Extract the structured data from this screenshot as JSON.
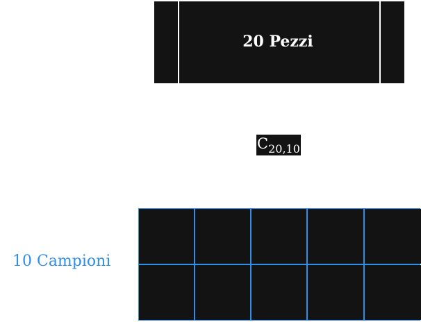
{
  "top": {
    "label": "20 Pezzi"
  },
  "formula": {
    "base": "C",
    "subscript": "20,10"
  },
  "samples": {
    "label": "10 Campioni",
    "rows": 2,
    "columns": 5
  },
  "colors": {
    "fill": "#131313",
    "accent": "#2f8fe8",
    "background": "#ffffff"
  }
}
